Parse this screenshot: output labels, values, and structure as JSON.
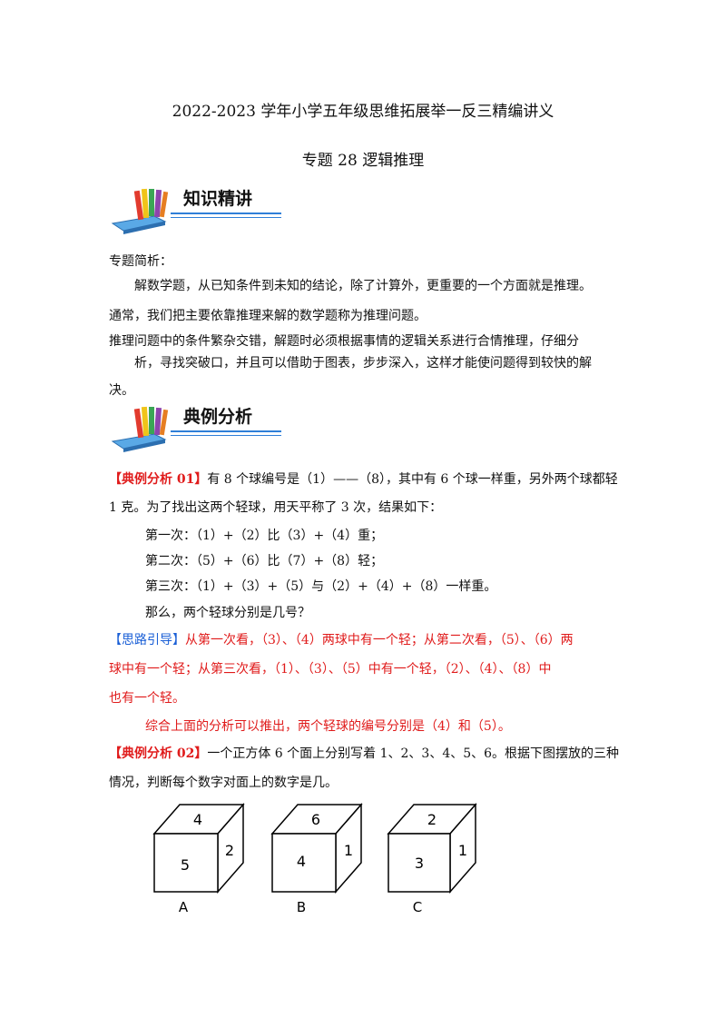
{
  "title": "2022-2023 学年小学五年级思维拓展举一反三精编讲义",
  "subtitle": "专题 28 逻辑推理",
  "sections": {
    "knowledge": "知识精讲",
    "examples": "典例分析"
  },
  "intro": {
    "label": "专题简析：",
    "line1": "解数学题，从已知条件到未知的结论，除了计算外，更重要的一个方面就是推理。",
    "line2": "通常，我们把主要依靠推理来解的数学题称为推理问题。",
    "line3": "推理问题中的条件繁杂交错，解题时必须根据事情的逻辑关系进行合情推理，仔细分",
    "line4": "析，寻找突破口，并且可以借助于图表，步步深入，这样才能使问题得到较快的解",
    "line5": "决。"
  },
  "example1": {
    "tag": "【典例分析 01】",
    "text1": "有 8 个球编号是（1）——（8），其中有 6 个球一样重，另外两个球都轻",
    "text2": "1 克。为了找出这两个轻球，用天平称了 3 次，结果如下：",
    "w1": "第一次：（1）+（2）比（3）+（4）重；",
    "w2": "第二次：（5）+（6）比（7）+（8）轻；",
    "w3": "第三次：（1）+（3）+（5）与（2）+（4）+（8）一样重。",
    "question": "那么，两个轻球分别是几号？"
  },
  "hint1": {
    "tag": "【思路引导】",
    "text1": "从第一次看，（3）、（4）两球中有一个轻；从第二次看，（5）、（6）两",
    "text2": "球中有一个轻；从第三次看，（1）、（3）、（5）中有一个轻，（2）、（4）、（8）中",
    "text3": "也有一个轻。",
    "conclusion": "综合上面的分析可以推出，两个轻球的编号分别是（4）和（5）。"
  },
  "example2": {
    "tag": "【典例分析 02】",
    "text1": "一个正方体 6 个面上分别写着 1、2、3、4、5、6。根据下图摆放的三种",
    "text2": "情况，判断每个数字对面上的数字是几。"
  },
  "cubes": [
    {
      "label": "A",
      "top": "4",
      "front": "5",
      "side": "2"
    },
    {
      "label": "B",
      "top": "6",
      "front": "4",
      "side": "1"
    },
    {
      "label": "C",
      "top": "2",
      "front": "3",
      "side": "1"
    }
  ],
  "colors": {
    "accent_red": "#e01b1b",
    "accent_blue": "#1a5fd6",
    "rule_blue": "#2f7fd8"
  }
}
